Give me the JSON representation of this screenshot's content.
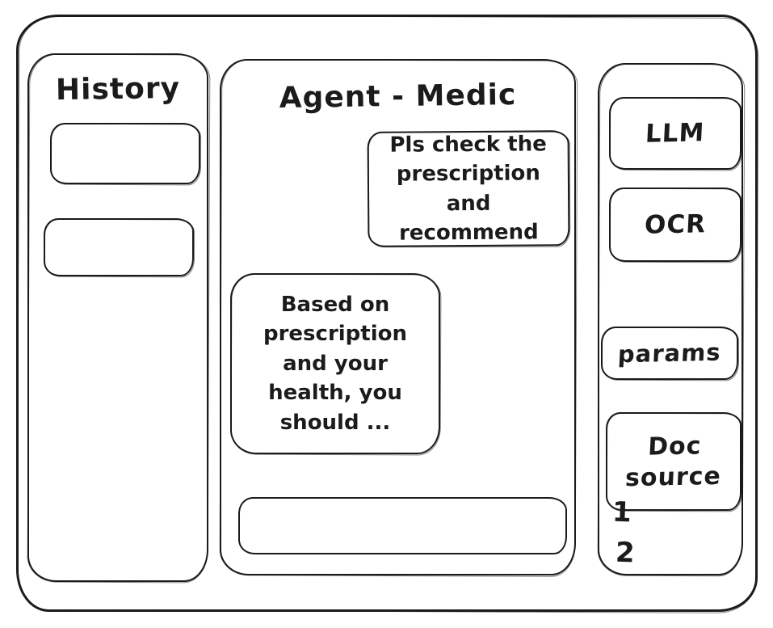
{
  "window": {
    "stroke_color": "#1b1b1b",
    "background_color": "#ffffff"
  },
  "history_panel": {
    "title": "History",
    "items": [
      {
        "label": ""
      },
      {
        "label": ""
      }
    ]
  },
  "chat_panel": {
    "title": "Agent - Medic",
    "messages": [
      {
        "role": "user",
        "text": "Pls check the prescription and recommend"
      },
      {
        "role": "assistant",
        "text": "Based on prescription and your health, you should ..."
      }
    ],
    "input": {
      "value": "",
      "placeholder": ""
    }
  },
  "tools_panel": {
    "items": [
      {
        "id": "llm",
        "label": "LLM"
      },
      {
        "id": "ocr",
        "label": "OCR"
      },
      {
        "id": "params",
        "label": "params"
      },
      {
        "id": "doc-source",
        "label": "Doc source"
      }
    ],
    "annotations": [
      "1",
      "2"
    ]
  }
}
